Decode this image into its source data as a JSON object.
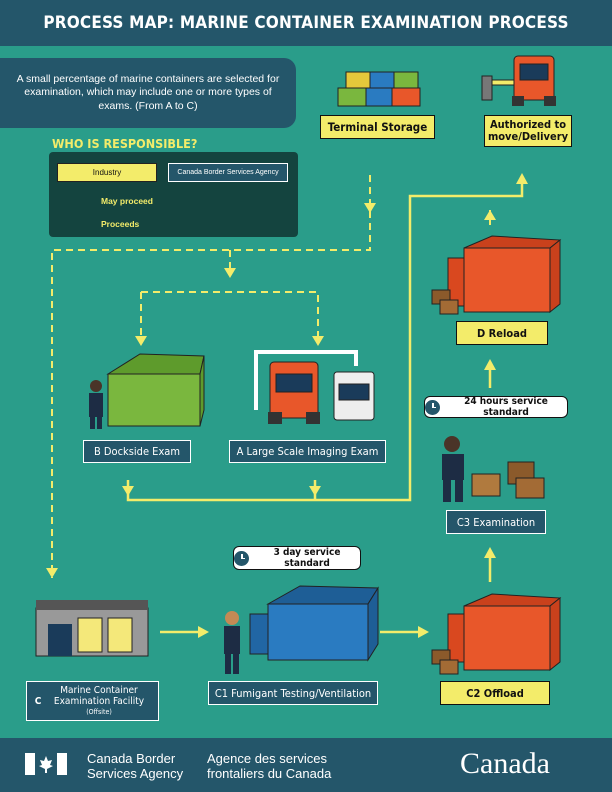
{
  "title": "PROCESS MAP: MARINE CONTAINER EXAMINATION PROCESS",
  "intro": "A small percentage of marine containers are selected for examination, which may include one or more types of exams. (From A to C)",
  "legend": {
    "title": "WHO IS RESPONSIBLE?",
    "industry": "Industry",
    "cbsa": "Canada Border Services Agency",
    "may_proceed": "May proceed",
    "proceeds": "Proceeds"
  },
  "steps": {
    "terminal": "Terminal Storage",
    "authorized": "Authorized to move/Delivery",
    "d_reload": "D  Reload",
    "b_dockside": "B  Dockside Exam",
    "a_imaging": "A  Large Scale Imaging Exam",
    "c3": "C3  Examination",
    "c_facility": "Marine Container Examination Facility",
    "c_letter": "C",
    "c_offsite": "(Offsite)",
    "c1": "C1  Fumigant Testing/Ventilation",
    "c2": "C2  Offload"
  },
  "service": {
    "hours24": "24 hours service standard",
    "day3": "3 day service standard"
  },
  "footer": {
    "en_line1": "Canada Border",
    "en_line2": "Services Agency",
    "fr_line1": "Agence des services",
    "fr_line2": "frontaliers du Canada",
    "wordmark": "Canada"
  },
  "colors": {
    "background": "#2a9d8a",
    "navy": "#24566a",
    "industry_yellow": "#f3ec6a",
    "container_orange": "#e8572a",
    "container_green": "#7ab73e",
    "container_blue": "#2a7bc1"
  }
}
